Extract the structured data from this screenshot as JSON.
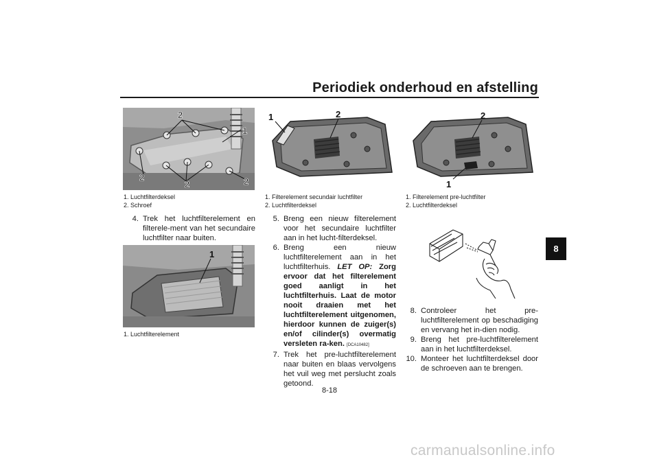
{
  "header": {
    "title": "Periodiek onderhoud en afstelling"
  },
  "side_tab": {
    "label": "8"
  },
  "figures": {
    "fig1": {
      "callouts": [
        "2",
        "1",
        "2",
        "2",
        "2"
      ],
      "caption": [
        "1. Luchtfilterdeksel",
        "2. Schroef"
      ]
    },
    "fig2": {
      "callouts": [
        "1"
      ],
      "caption": [
        "1. Luchtfilterelement"
      ]
    },
    "fig3": {
      "callouts": [
        "1",
        "2"
      ],
      "caption": [
        "1. Filterelement secundair luchtfilter",
        "2. Luchtfilterdeksel"
      ]
    },
    "fig4": {
      "callouts": [
        "2",
        "1"
      ],
      "caption": [
        "1. Filterelement pre-luchtfilter",
        "2. Luchtfilterdeksel"
      ]
    }
  },
  "col1_steps": [
    {
      "num": "4.",
      "text": "Trek het luchtfilterelement en filterele-ment van het secundaire luchtfilter naar buiten."
    }
  ],
  "col2_steps": [
    {
      "num": "5.",
      "text": "Breng een nieuw filterelement voor het secundaire luchtfilter aan in het lucht-filterdeksel."
    },
    {
      "num": "6.",
      "text": "Breng een nieuw luchtfilterelement aan in het luchtfilterhuis.",
      "label": "LET OP:",
      "warning": "Zorg ervoor dat het filterelement goed aanligt in het luchtfilterhuis. Laat de motor nooit draaien met het luchtfilterelement uitgenomen, hierdoor kunnen de zuiger(s) en/of cilinder(s) overmatig versleten ra-ken.",
      "code": "[DCA10482]"
    },
    {
      "num": "7.",
      "text": "Trek het pre-luchtfilterelement naar buiten en blaas vervolgens het vuil weg met perslucht zoals getoond."
    }
  ],
  "col3_steps": [
    {
      "num": "8.",
      "text": "Controleer het pre-luchtfilterelement op beschadiging en vervang het in-dien nodig."
    },
    {
      "num": "9.",
      "text": "Breng het pre-luchtfilterelement aan in het luchtfilterdeksel."
    },
    {
      "num": "10.",
      "text": "Monteer het luchtfilterdeksel door de schroeven aan te brengen."
    }
  ],
  "page_number": "8-18",
  "watermark": "carmanualsonline.info"
}
